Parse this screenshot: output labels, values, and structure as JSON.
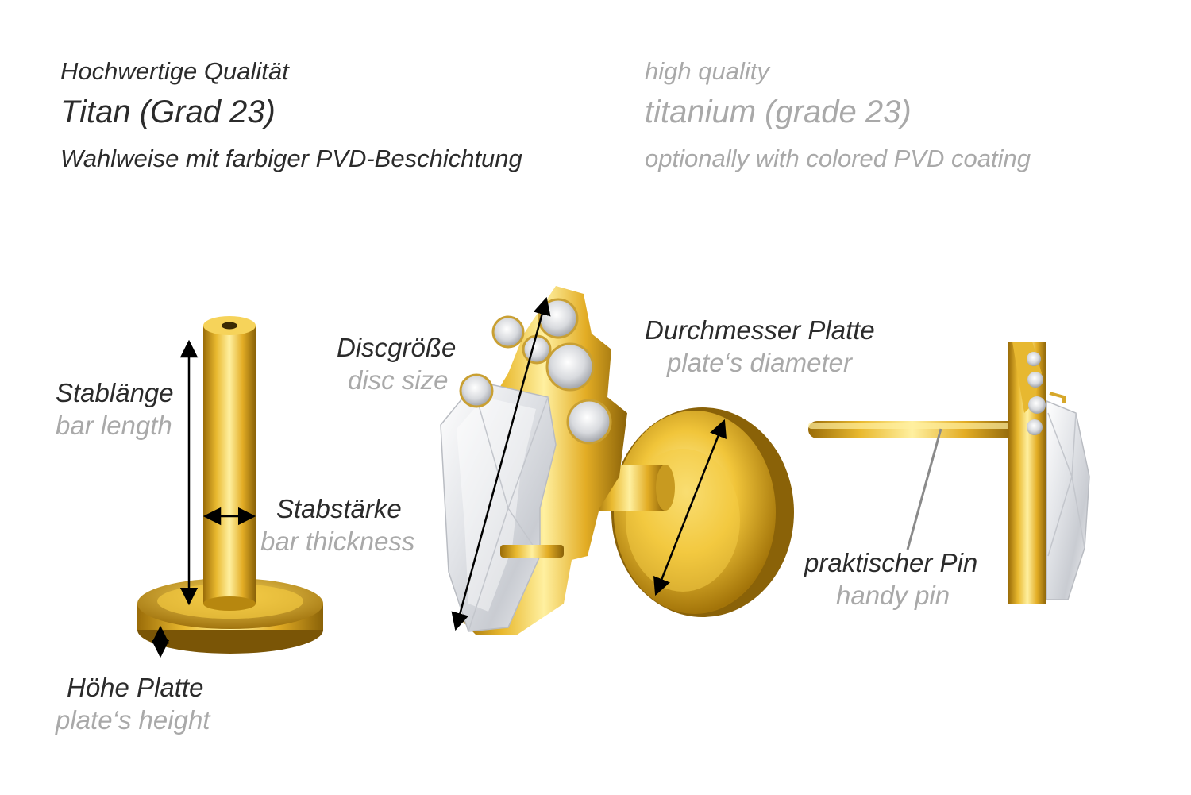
{
  "header": {
    "de": {
      "quality": "Hochwertige Qualität",
      "material": "Titan (Grad 23)",
      "coating": "Wahlweise mit farbiger PVD-Beschichtung"
    },
    "en": {
      "quality": "high quality",
      "material": "titanium (grade 23)",
      "coating": "optionally with colored PVD coating"
    }
  },
  "labels": {
    "bar_length": {
      "de": "Stablänge",
      "en": "bar length"
    },
    "bar_thickness": {
      "de": "Stabstärke",
      "en": "bar thickness"
    },
    "plate_height": {
      "de": "Höhe Platte",
      "en": "plate‘s height"
    },
    "disc_size": {
      "de": "Discgröße",
      "en": "disc size"
    },
    "plate_diameter": {
      "de": "Durchmesser Platte",
      "en": "plate‘s diameter"
    },
    "handy_pin": {
      "de": "praktischer Pin",
      "en": "handy pin"
    }
  },
  "colors": {
    "gold_light": "#fbe27a",
    "gold_mid": "#e0ae2a",
    "gold_dark": "#8a6208",
    "text_de": "#2b2b2b",
    "text_en": "#a9a9a9"
  }
}
